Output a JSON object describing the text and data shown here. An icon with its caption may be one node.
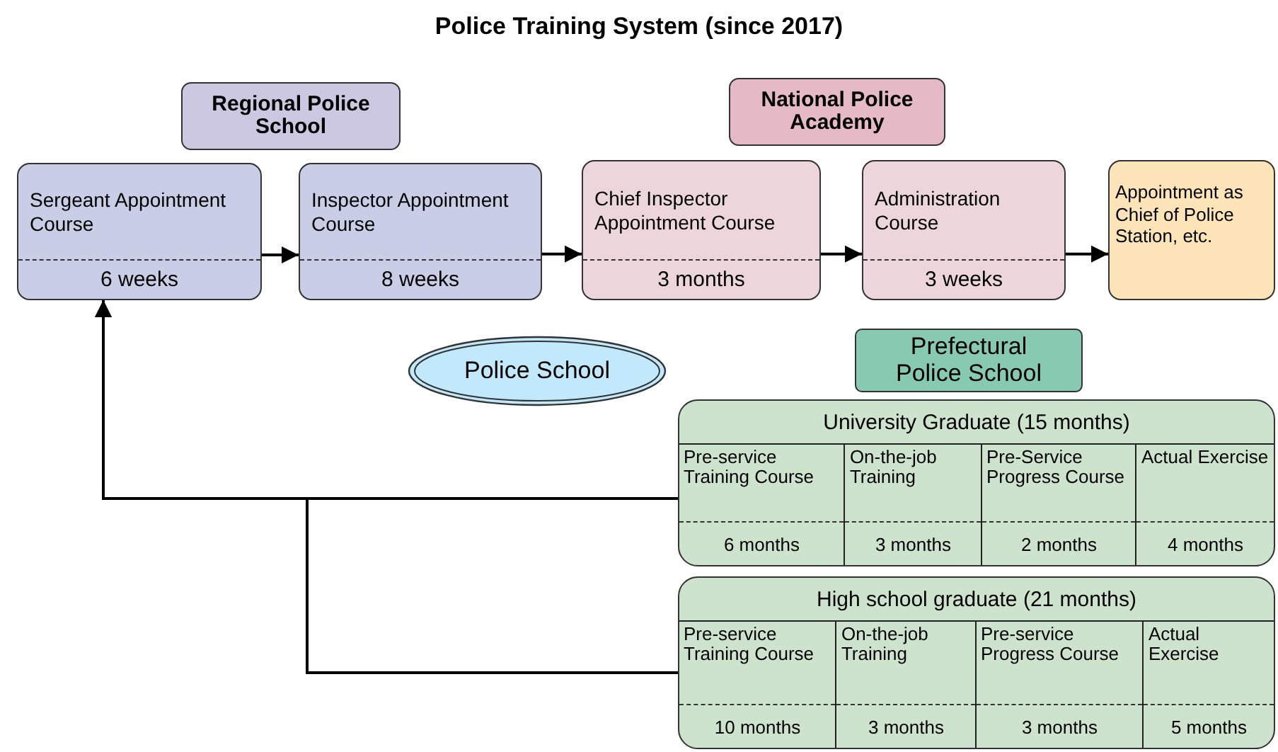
{
  "diagram": {
    "title": "Police Training System (since 2017)",
    "nodes": [
      {
        "text": [
          "Regional Police School"
        ]
      },
      {
        "text": [
          "National Police Academy"
        ]
      },
      {
        "text": [
          "Sergeant Appointment Course",
          "6 weeks"
        ]
      },
      {
        "text": [
          "Inspector Appointment Course",
          "8 weeks"
        ]
      },
      {
        "text": [
          "Chief Inspector Appointment Course",
          "3 months"
        ]
      },
      {
        "text": [
          "Administration Course",
          "3 weeks"
        ]
      },
      {
        "text": [
          "Appointment as Chief of Police Station, etc."
        ]
      },
      {
        "text": [
          "Police School"
        ]
      },
      {
        "text": [
          "Prefectural Police School"
        ]
      },
      {
        "text": [
          "University Graduate (15 months)"
        ]
      },
      {
        "text": [
          "Pre-service Training Course",
          "6 months"
        ],
        "in": 9
      },
      {
        "text": [
          "On-the-job Training",
          "3 months"
        ],
        "in": 9
      },
      {
        "text": [
          "Pre-Service Progress Course",
          "2 months"
        ],
        "in": 9
      },
      {
        "text": [
          "Actual Exercise",
          "4 months"
        ],
        "in": 9
      },
      {
        "text": [
          "High school graduate (21 months)"
        ]
      },
      {
        "text": [
          "Pre-service Training Course",
          "10 months"
        ],
        "in": 14
      },
      {
        "text": [
          "On-the-job Training",
          "3 months"
        ],
        "in": 14
      },
      {
        "text": [
          "Pre-service Progress Course",
          "3 months"
        ],
        "in": 14
      },
      {
        "text": [
          "Actual Exercise",
          "5 months"
        ],
        "in": 14
      }
    ],
    "edges": [
      {
        "from": 2,
        "to": 3,
        "arrow": "to"
      },
      {
        "from": 3,
        "to": 4,
        "arrow": "to"
      },
      {
        "from": 4,
        "to": 5,
        "arrow": "to"
      },
      {
        "from": 5,
        "to": 6,
        "arrow": "to"
      },
      {
        "from": 9,
        "to": 2,
        "arrow": "to"
      },
      {
        "from": 14,
        "to": 2,
        "arrow": "to"
      }
    ]
  }
}
